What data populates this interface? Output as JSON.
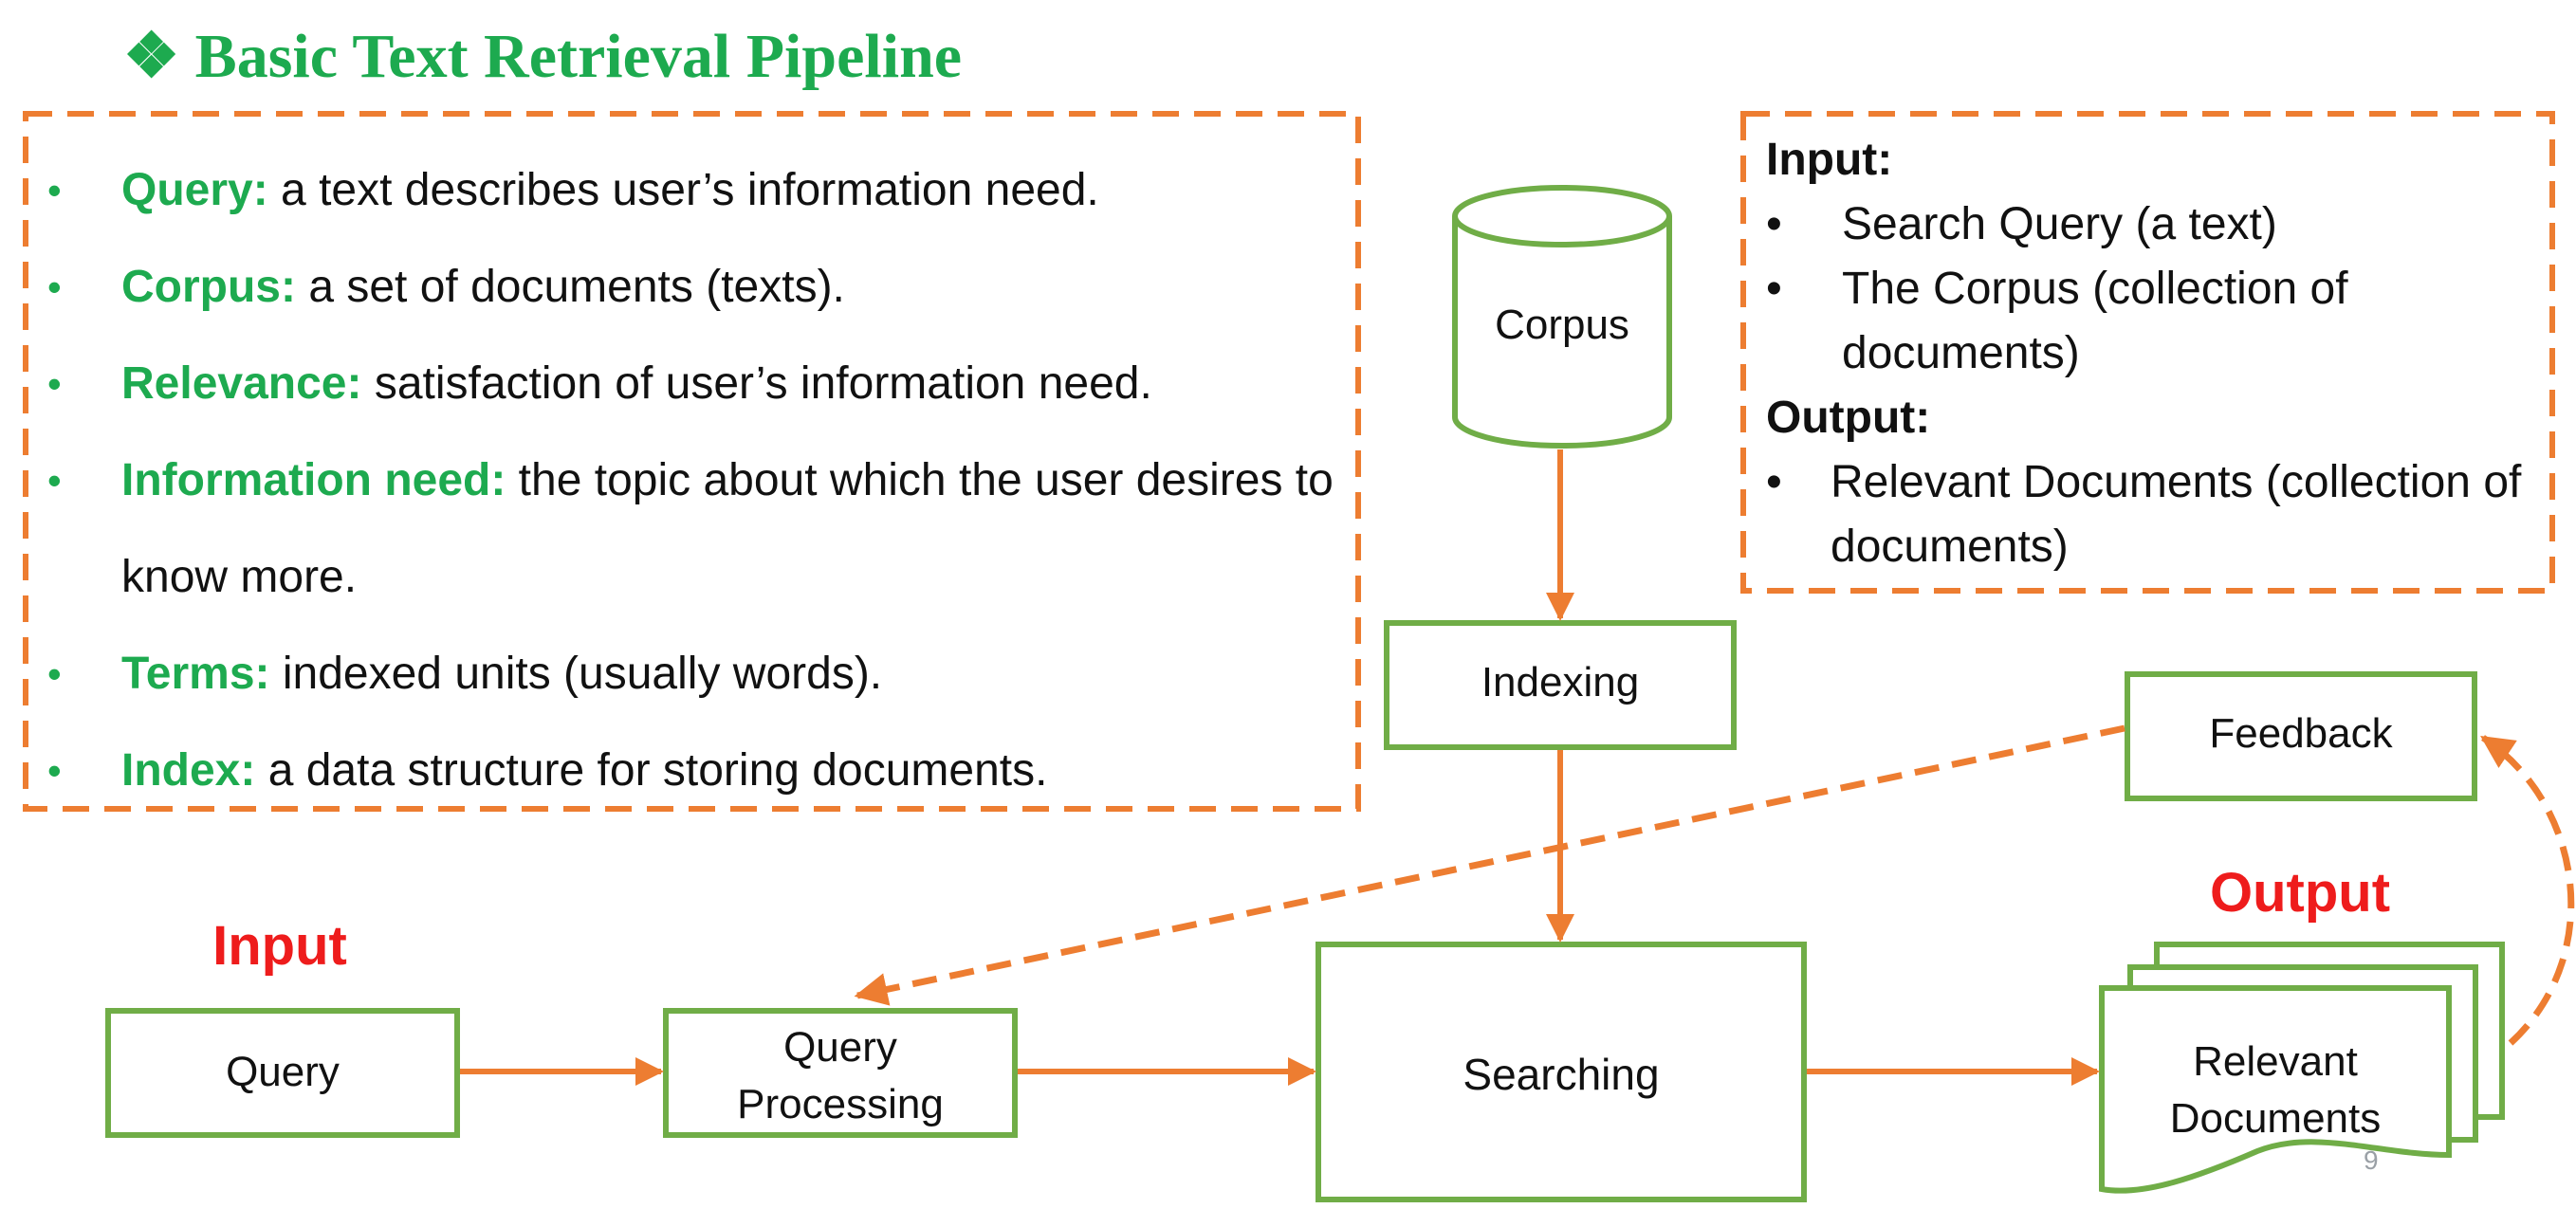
{
  "title": "❖ Basic Text Retrieval Pipeline",
  "definitions": [
    {
      "term": "Query:",
      "text": " a text describes user’s information need."
    },
    {
      "term": "Corpus:",
      "text": " a set of documents (texts)."
    },
    {
      "term": "Relevance:",
      "text": " satisfaction of user’s information need."
    },
    {
      "term": "Information need:",
      "text": " the topic about which the user desires to know more."
    },
    {
      "term": "Terms:",
      "text": " indexed units (usually words)."
    },
    {
      "term": "Index:",
      "text": " a data structure for storing documents."
    }
  ],
  "bullet_glyph": "•",
  "io_panel": {
    "input_heading": "Input:",
    "input_items": [
      "Search Query (a text)",
      "The Corpus (collection of documents)"
    ],
    "output_heading": "Output:",
    "output_items": [
      "Relevant Documents (collection of documents)"
    ]
  },
  "diagram": {
    "corpus": "Corpus",
    "indexing": "Indexing",
    "feedback": "Feedback",
    "query": "Query",
    "query_processing_line1": "Query",
    "query_processing_line2": "Processing",
    "searching": "Searching",
    "relevant_line1": "Relevant",
    "relevant_line2": "Documents",
    "input_label": "Input",
    "output_label": "Output"
  },
  "page_number": "9",
  "colors": {
    "accent_green": "#1daa4f",
    "box_green": "#70ad47",
    "arrow_orange": "#ed7d31",
    "label_red": "#ee1c1c"
  }
}
